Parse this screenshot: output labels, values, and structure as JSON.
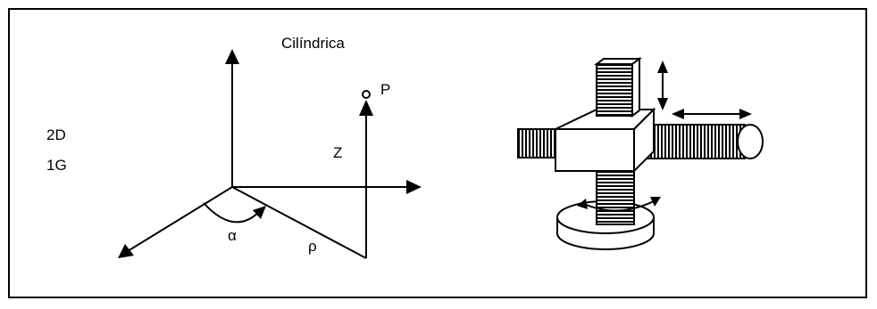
{
  "title": "Cilíndrica",
  "labels": {
    "dof": "2D",
    "gripper": "1G",
    "point": "P",
    "z_axis": "Z",
    "angle": "α",
    "radius": "ρ"
  },
  "colors": {
    "stroke": "#000000",
    "background": "#ffffff"
  }
}
